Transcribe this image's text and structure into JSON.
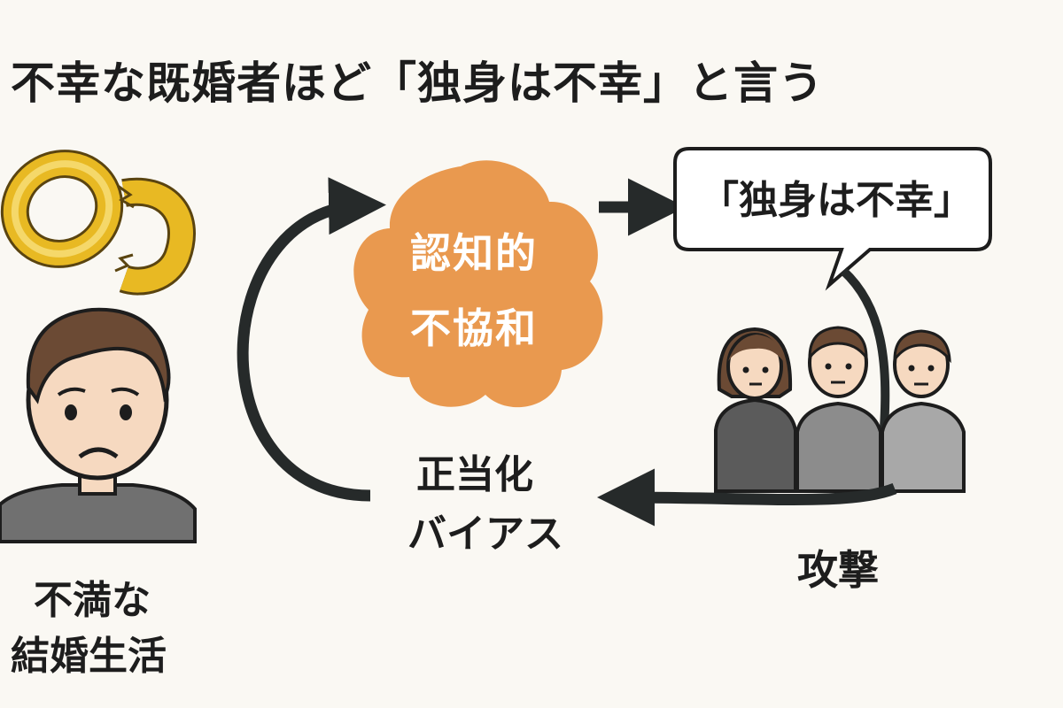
{
  "title": "不幸な既婚者ほど「独身は不幸」と言う",
  "cloud": {
    "line1": "認知的",
    "line2": "不協和"
  },
  "speech_bubble": "「独身は不幸」",
  "bias_label": {
    "line1": "正当化",
    "line2": "バイアス"
  },
  "attack_label": "攻撃",
  "dissatisfied_label": {
    "line1": "不満な",
    "line2": "結婚生活"
  },
  "colors": {
    "background": "#faf8f3",
    "cloud": "#e9994f",
    "arrow": "#262a2a",
    "ring": "#e8b923",
    "skin": "#f6d9c0",
    "hair": "#6b4a34",
    "shirt": "#707070"
  },
  "icons": [
    "broken-ring-icon",
    "unhappy-man-icon",
    "group-of-people-icon"
  ]
}
